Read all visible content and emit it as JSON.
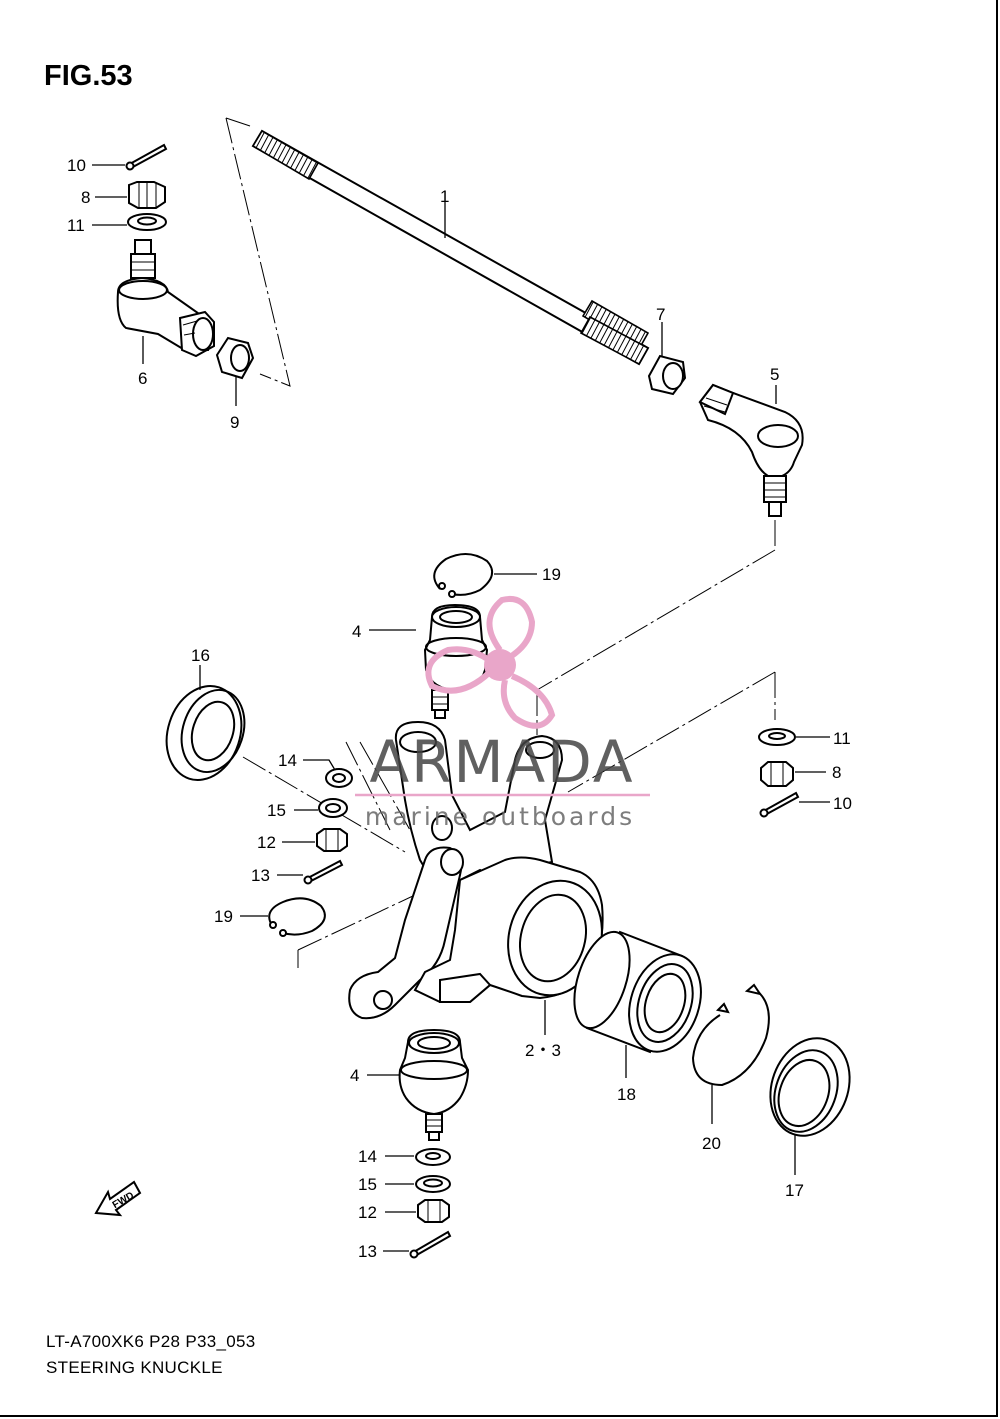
{
  "figure": {
    "title": "FIG.53",
    "code": "LT-A700XK6 P28 P33_053",
    "name": "STEERING KNUCKLE"
  },
  "watermark": {
    "brand": "ARMADA",
    "tagline": "marine outboards",
    "color": "#e9a6c9"
  },
  "fwd_label": "FWD",
  "callouts": {
    "c1": "1",
    "c23": "2・3",
    "c4a": "4",
    "c4b": "4",
    "c5": "5",
    "c6": "6",
    "c7": "7",
    "c8a": "8",
    "c8b": "8",
    "c9": "9",
    "c10a": "10",
    "c10b": "10",
    "c11a": "11",
    "c11b": "11",
    "c12a": "12",
    "c12b": "12",
    "c13a": "13",
    "c13b": "13",
    "c14a": "14",
    "c14b": "14",
    "c15a": "15",
    "c15b": "15",
    "c16": "16",
    "c17": "17",
    "c18": "18",
    "c19a": "19",
    "c19b": "19",
    "c20": "20"
  }
}
